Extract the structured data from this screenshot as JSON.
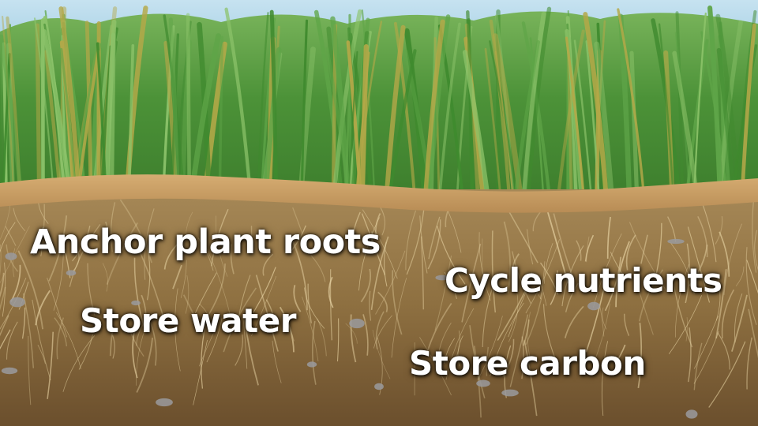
{
  "captions": {
    "anchor": "Anchor plant roots",
    "cycle": "Cycle nutrients",
    "water": "Store water",
    "carbon": "Store carbon"
  },
  "colors": {
    "sky": "#bcdcec",
    "grass_dark": "#3f8a2e",
    "grass_mid": "#5fa548",
    "grass_light": "#8cc36a",
    "grass_tip": "#b4a848",
    "surface": "#c9a06a",
    "soil_top": "#a98956",
    "soil_bottom": "#6e5230",
    "roots": "#e6d2a2",
    "pebble": "#9a9a9e"
  }
}
